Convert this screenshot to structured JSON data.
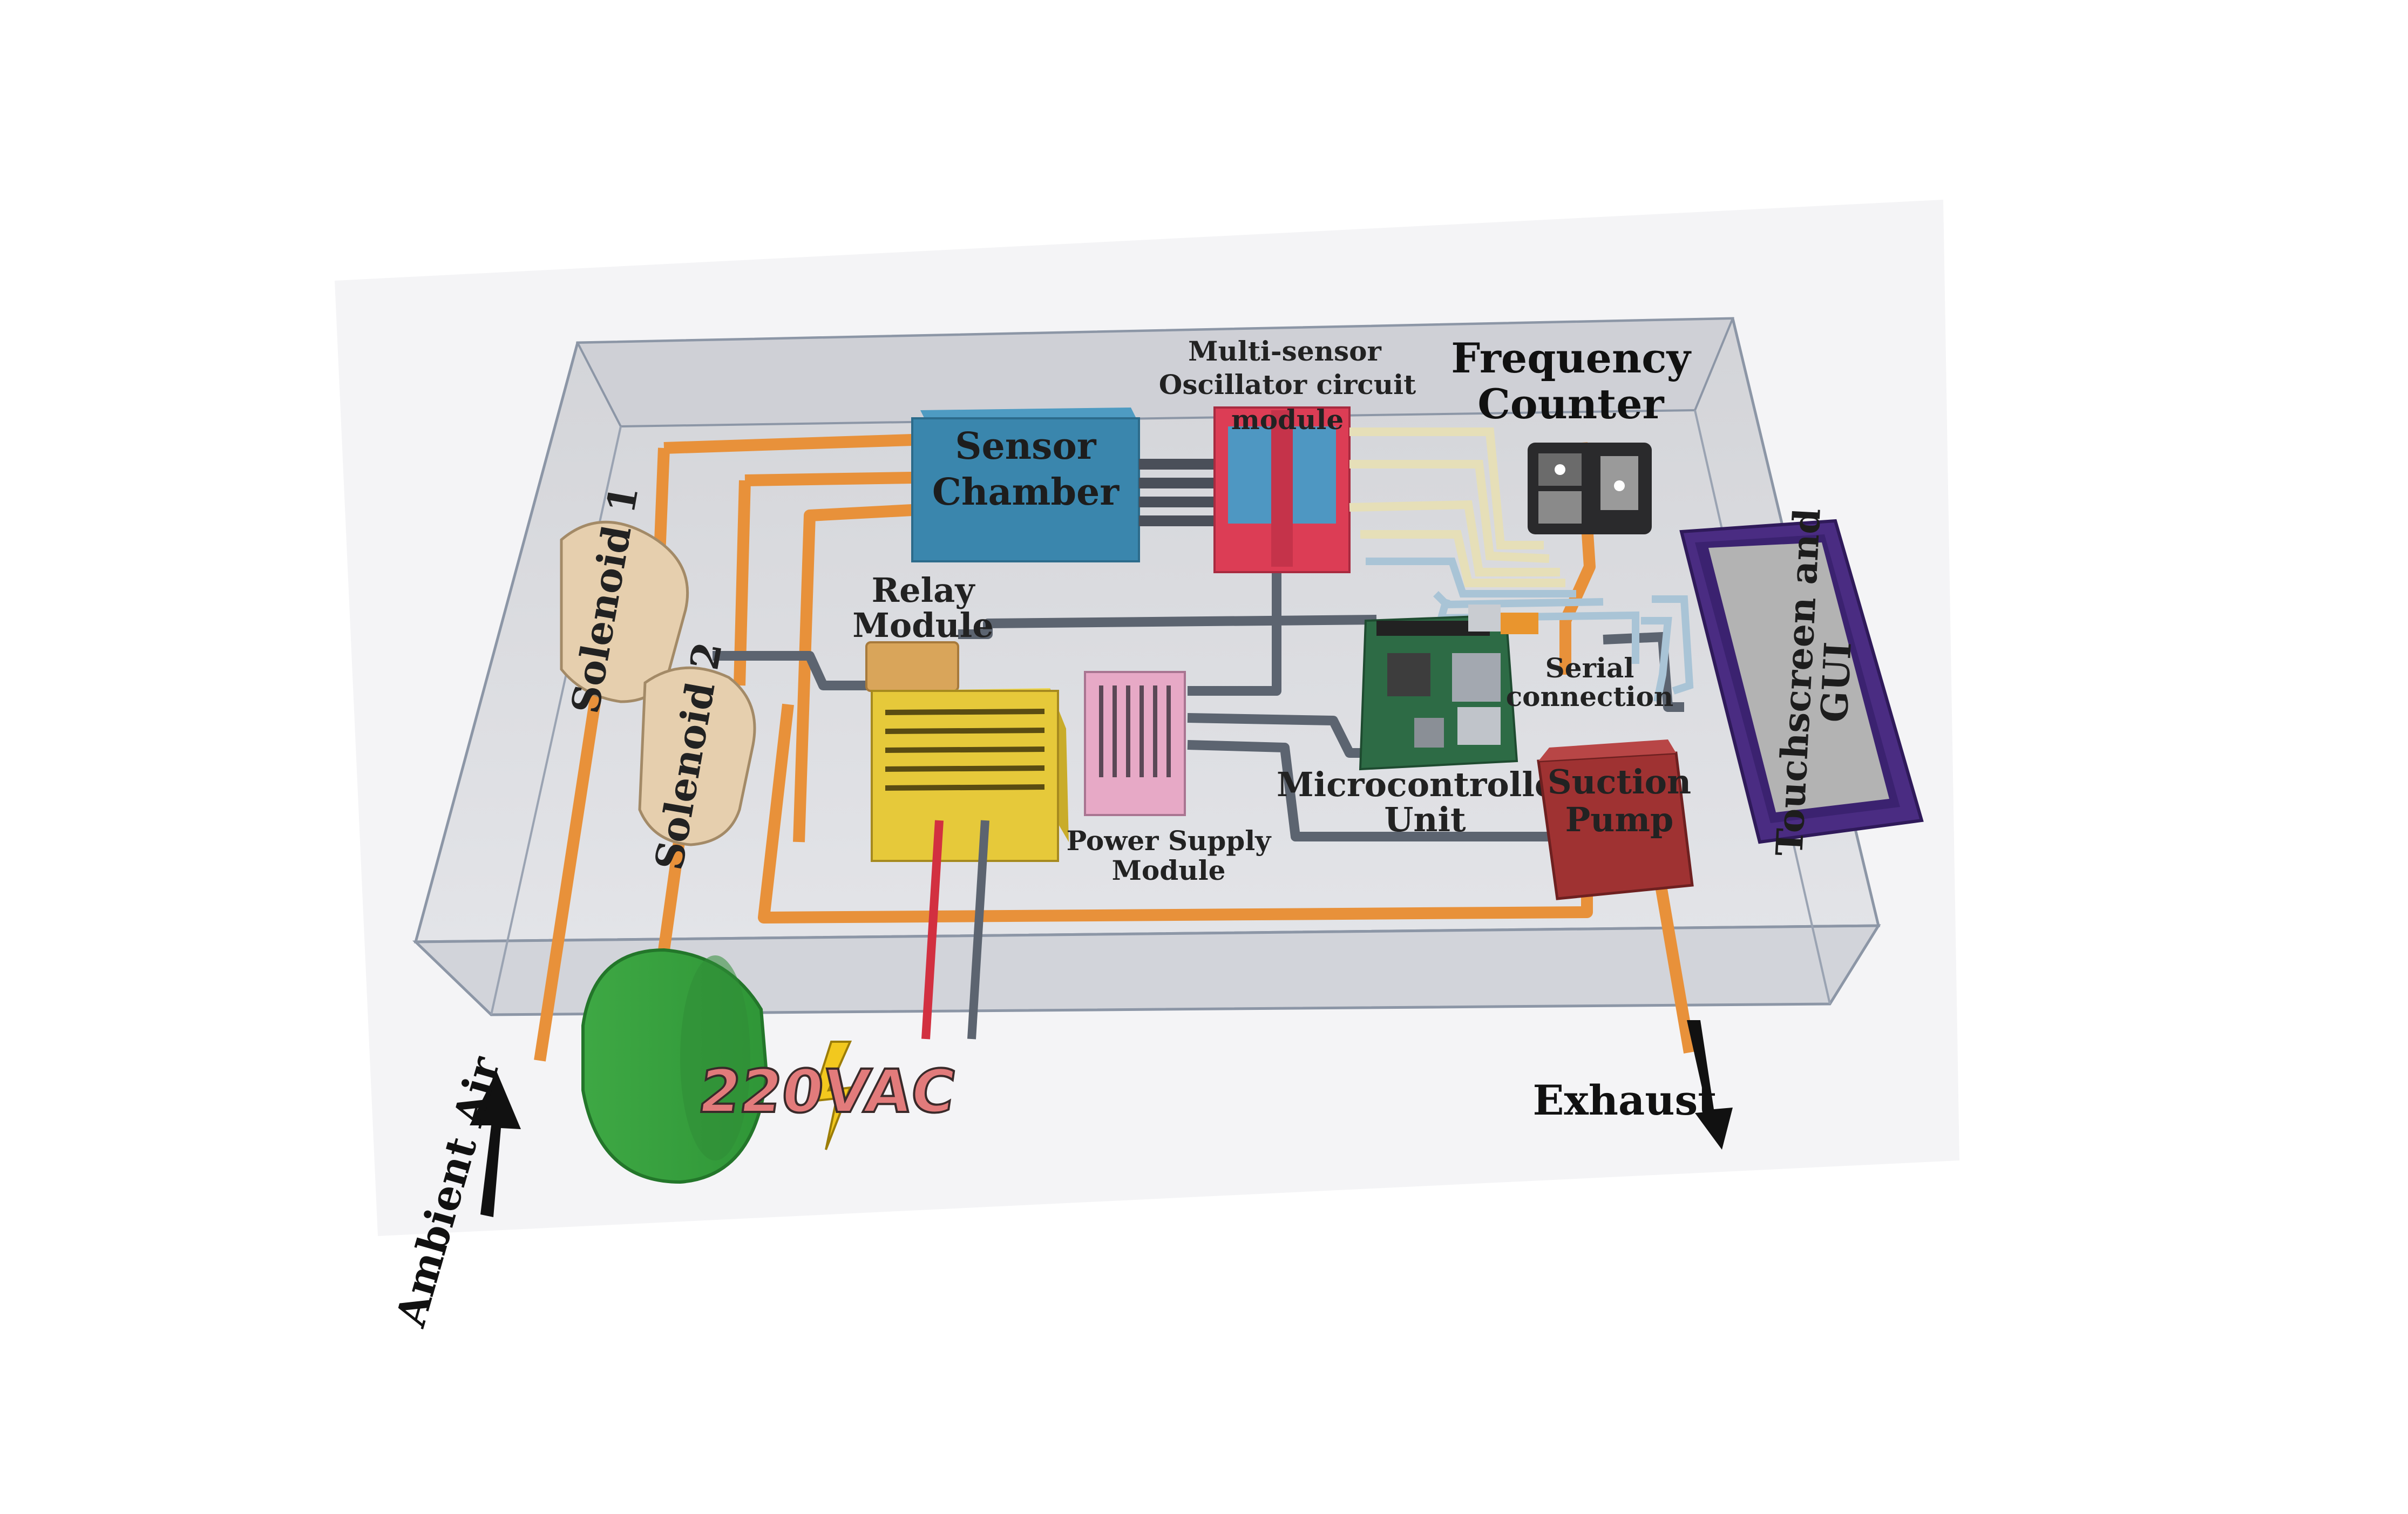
{
  "labels": {
    "sensor_chamber": [
      "Sensor",
      "Chamber"
    ],
    "oscillator_module": [
      "Multi-sensor",
      "Oscillator circuit",
      "module"
    ],
    "frequency_counter": [
      "Frequency",
      "Counter"
    ],
    "relay_module": [
      "Relay",
      "Module"
    ],
    "solenoid_1": "Solenoid 1",
    "solenoid_2": "Solenoid 2",
    "serial_connection": [
      "Serial",
      "connection"
    ],
    "microcontroller_unit": [
      "Microcontroller",
      "Unit"
    ],
    "suction_pump": [
      "Suction",
      "Pump"
    ],
    "power_supply_module": [
      "Power Supply",
      "Module"
    ],
    "touchscreen_gui": [
      "Touchscreen and",
      "GUI"
    ],
    "ambient_air": "Ambient Air",
    "exhaust": "Exhaust",
    "voltage": "220VAC"
  },
  "colors": {
    "enclosure": "#d9dadf",
    "sensor_chamber": "#3a86ad",
    "oscillator": "#dc3d55",
    "relay": "#d9a55a",
    "power_supply": "#e6c93a",
    "psu_heatsink": "#e7a9c6",
    "suction_pump": "#9f3232",
    "touchscreen_frame": "#4a2c82",
    "touchscreen_screen": "#b3b3b3",
    "solenoid": "#e6cfae",
    "gas_cylinder": "#3eb04a",
    "microcontroller_board": "#2d6b45",
    "air_pipe": "#e8913a",
    "voltage_text": "#e27b7b",
    "bolt": "#f2c81e"
  },
  "icons": {
    "inlet_arrow": "arrow-up-icon",
    "exhaust_arrow": "arrow-down-icon",
    "power": "lightning-bolt-icon"
  }
}
